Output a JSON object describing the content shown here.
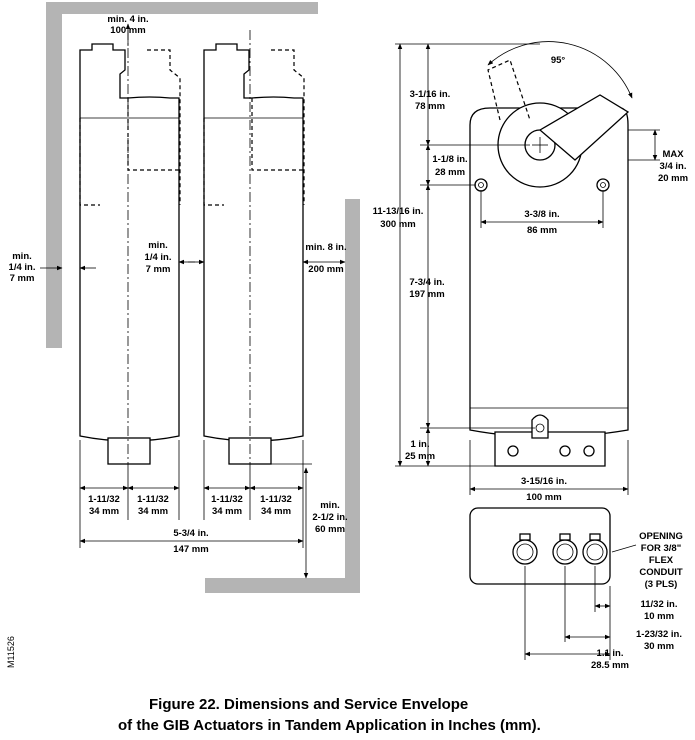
{
  "caption": {
    "line1": "Figure 22.  Dimensions and Service Envelope",
    "line2": "of the GIB Actuators in Tandem Application in Inches (mm)."
  },
  "drawing_code": "M11526",
  "left_view": {
    "top_clearance": [
      "min. 4 in.",
      "100 mm"
    ],
    "left_clearance": [
      "min.",
      "1/4 in.",
      "7 mm"
    ],
    "between_clearance": [
      "min.",
      "1/4 in.",
      "7 mm"
    ],
    "right_clearance": [
      "min. 8 in.",
      "200 mm"
    ],
    "bottom_clearance": [
      "min.",
      "2-1/2 in.",
      "60 mm"
    ],
    "half_widths": [
      [
        "1-11/32",
        "34 mm"
      ],
      [
        "1-11/32",
        "34 mm"
      ],
      [
        "1-11/32",
        "34 mm"
      ],
      [
        "1-11/32",
        "34 mm"
      ]
    ],
    "overall_width": [
      "5-3/4 in.",
      "147 mm"
    ]
  },
  "right_view": {
    "rotation_angle": "95°",
    "height_total": [
      "11-13/16 in.",
      "300 mm"
    ],
    "hub_offset": [
      "3-1/16 in.",
      "78 mm"
    ],
    "mount_offset": [
      "1-1/8 in.",
      "28 mm"
    ],
    "max_protrusion": [
      "MAX",
      "3/4 in.",
      "20 mm"
    ],
    "hole_spacing": [
      "3-3/8 in.",
      "86 mm"
    ],
    "body_height": [
      "7-3/4 in.",
      "197 mm"
    ],
    "base_height": [
      "1 in.",
      "25 mm"
    ],
    "body_width": [
      "3-15/16 in.",
      "100 mm"
    ],
    "conduit_note": [
      "OPENING",
      "FOR 3/8\"",
      "FLEX",
      "CONDUIT",
      "(3 PLS)"
    ],
    "conduit_offset_1": [
      "11/32 in.",
      "10 mm"
    ],
    "conduit_offset_2": [
      "1-23/32 in.",
      "30 mm"
    ],
    "conduit_offset_3": [
      "1.1 in.",
      "28.5 mm"
    ]
  }
}
